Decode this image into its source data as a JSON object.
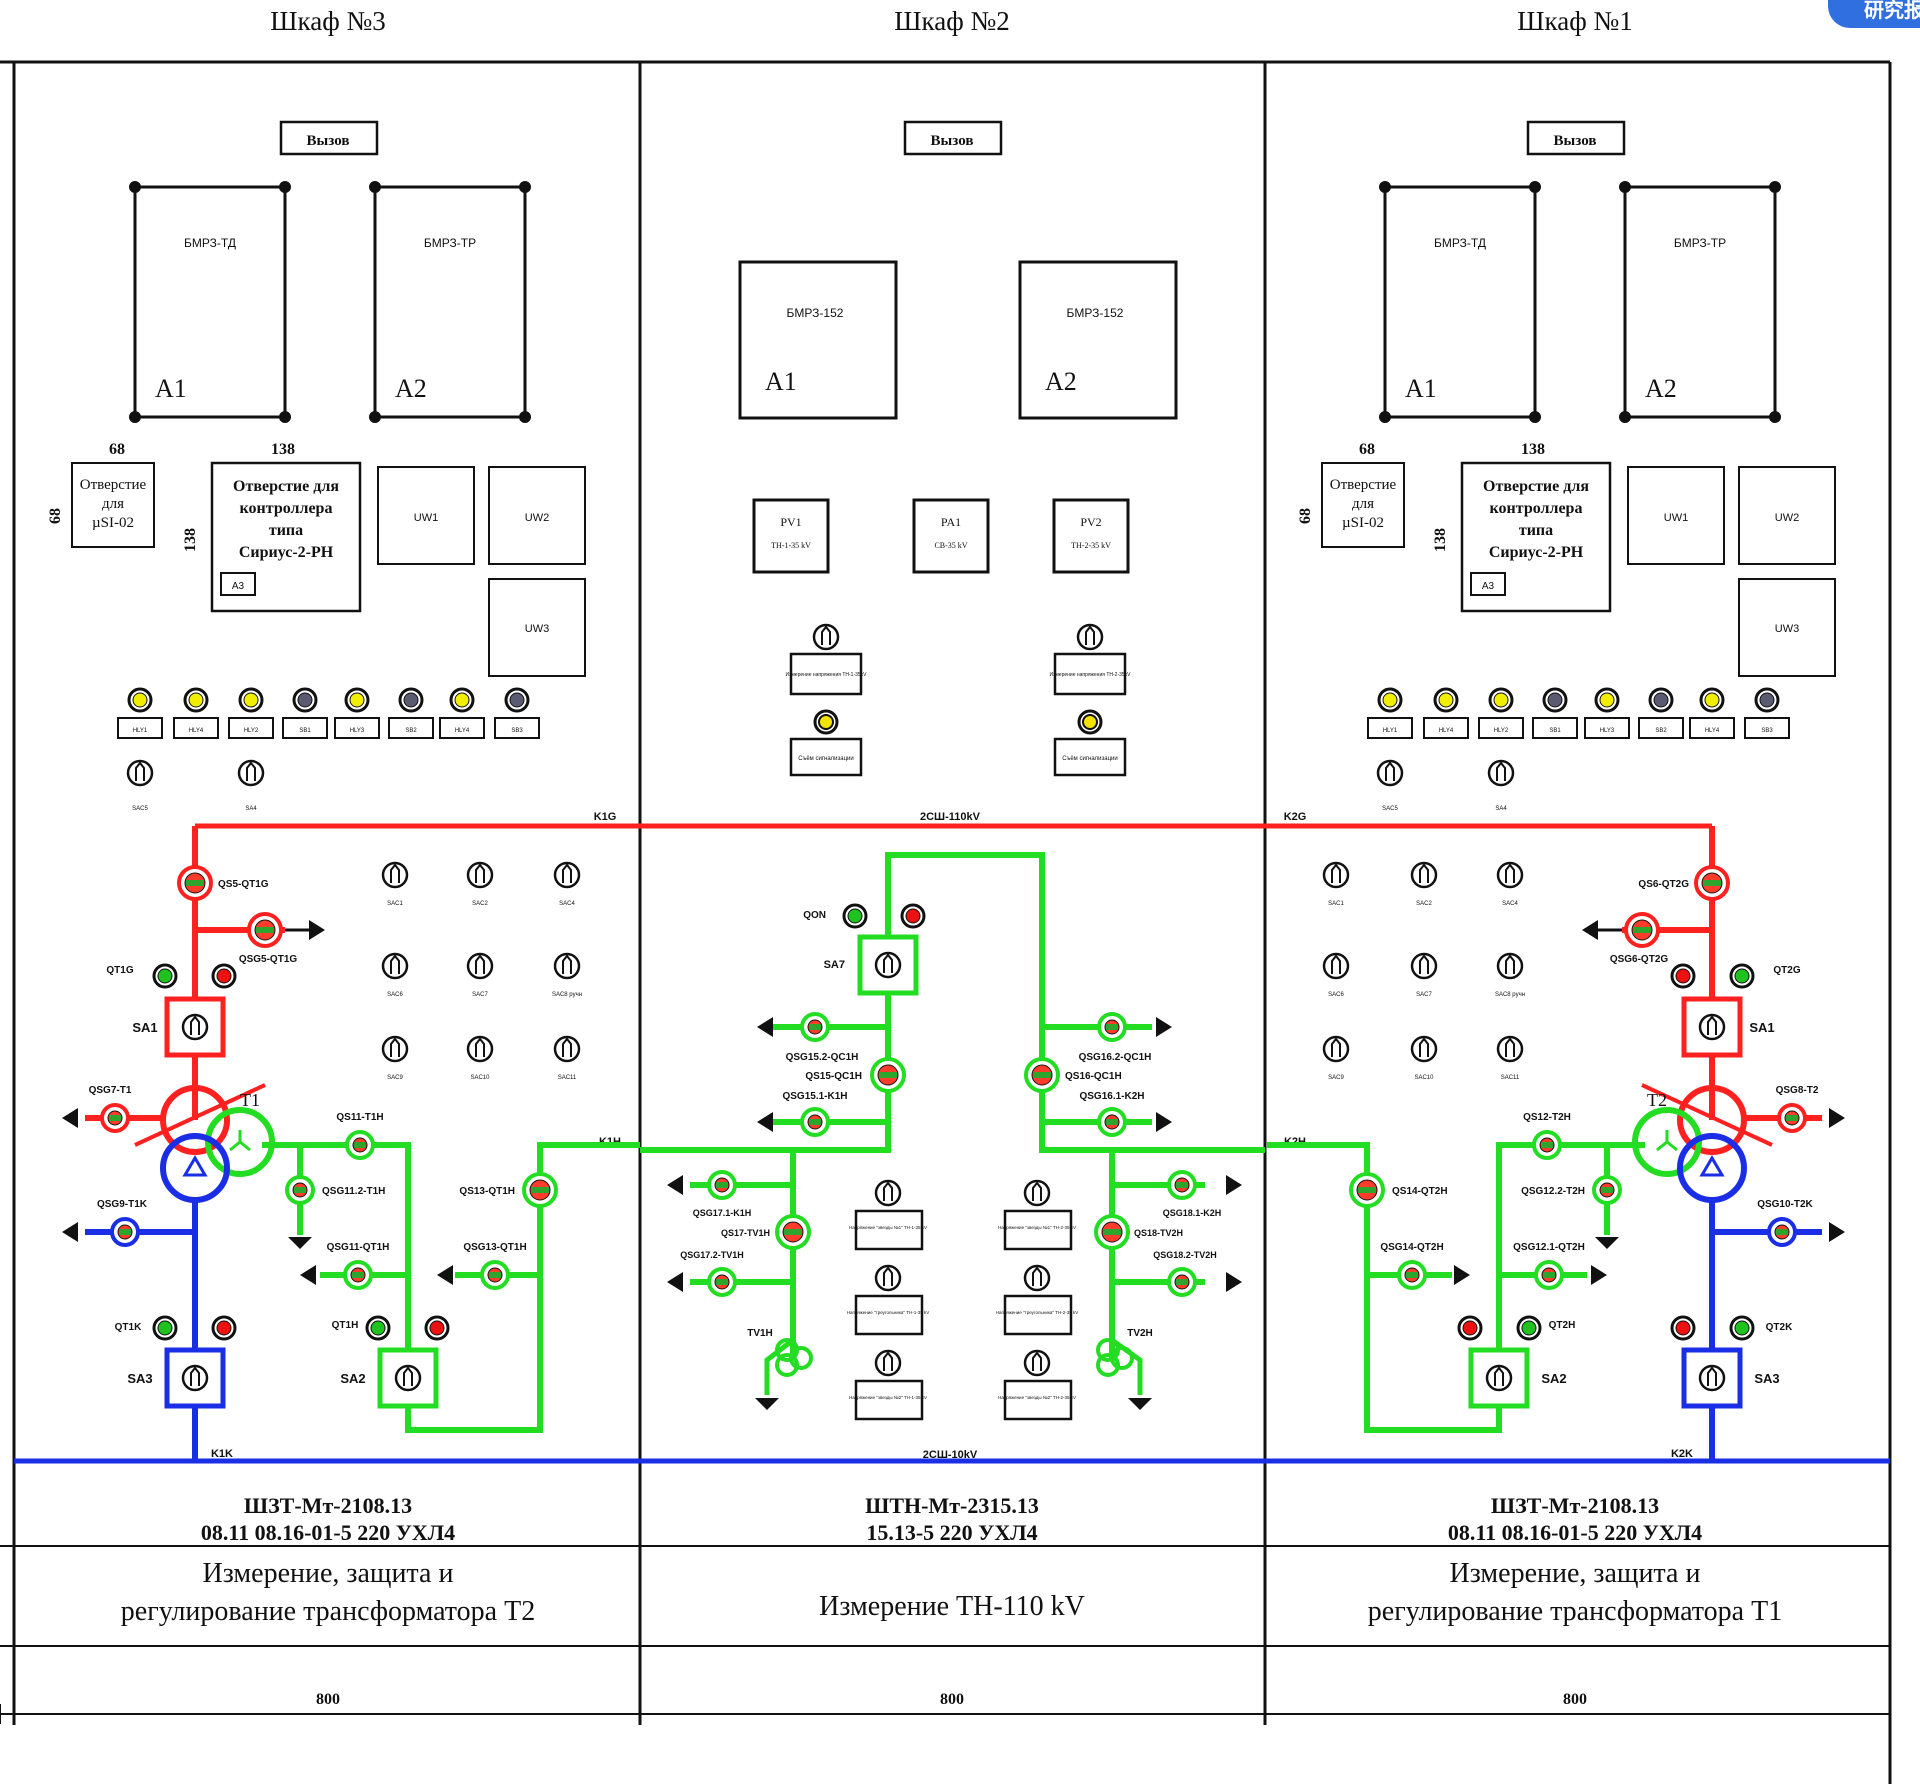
{
  "corner_badge": "研究报",
  "colors": {
    "high_side": "#ff2020",
    "low_side": "#22dd22",
    "k_bus": "#1a2ee6",
    "lamp_yellow": "#f2ee00",
    "lamp_dark": "#5a5a70",
    "lamp_green": "#1fc21f",
    "lamp_red": "#ee1111",
    "frame": "#111111"
  },
  "cabinets": [
    {
      "title": "Шкаф №3",
      "kind": "T",
      "call": "Вызов",
      "relay_a1": "БМРЗ-ТД",
      "relay_a2": "БМРЗ-ТР",
      "label_a1": "A1",
      "label_a2": "A2",
      "dim_w_small": "68",
      "dim_w_big": "138",
      "dim_h_small": "68",
      "dim_h_big": "138",
      "hole_small": [
        "Отверстие",
        "для",
        "µSI-02"
      ],
      "hole_big": [
        "Отверстие для",
        "контроллера",
        "типа",
        "Сириус-2-РН"
      ],
      "hole_big_tag": "A3",
      "uw": [
        "UW1",
        "UW2",
        "UW3"
      ],
      "lamp_tags": [
        "HLY1",
        "HLY4",
        "HLY2",
        "SB1",
        "HLY3",
        "SB2",
        "HLY4",
        "SB3"
      ],
      "sw_tags": [
        "SAC5",
        "SA4"
      ],
      "grid_tags": [
        "SAC1",
        "SAC2",
        "SAC4",
        "SAC6",
        "SAC7",
        "SAC8 ручн",
        "SAC9",
        "SAC10",
        "SAC11"
      ],
      "bus_high": "K1G",
      "bus_low": "K1H",
      "bus_k": "K1K",
      "qs_high": "QS5-QT1G",
      "qsg_high": "QSG5-QT1G",
      "qt_high": "QT1G",
      "sa_high": "SA1",
      "qsg_t": "QSG7-T1",
      "trafo": "T1",
      "qsg_k": "QSG9-T1K",
      "qs_t": "QS11-T1H",
      "qsg_t2": "QSG11.2-T1H",
      "qsg_qt": "QSG11-QT1H",
      "qs_qt": "QS13-QT1H",
      "qsg_qt2": "QSG13-QT1H",
      "qt_k": "QT1K",
      "sa_k": "SA3",
      "qt_low": "QT1H",
      "sa_low": "SA2",
      "code1": "ШЗТ-Мт-2108.13",
      "code2": "08.11 08.16-01-5 220 УХЛ4",
      "desc": [
        "Измерение, защита и",
        "регулирование трансформатора Т2"
      ],
      "width": "800"
    },
    {
      "title": "Шкаф №2",
      "kind": "N",
      "call": "Вызов",
      "relay_a1": "БМРЗ-152",
      "relay_a2": "БМРЗ-152",
      "label_a1": "A1",
      "label_a2": "A2",
      "meters": [
        {
          "tag": "PV1",
          "sub": "ТН-1-35 kV"
        },
        {
          "tag": "PA1",
          "sub": "СВ-35 kV"
        },
        {
          "tag": "PV2",
          "sub": "ТН-2-35 kV"
        }
      ],
      "meas_sel": [
        "Измерение напряжения ТН-1-35kV",
        "Измерение напряжения ТН-2-35kV"
      ],
      "alarm_reset": [
        "Съём сигнализации",
        "Съём сигнализации"
      ],
      "bus_top": "2СШ-110kV",
      "bus_bottom": "2СШ-10kV",
      "qon": "QON",
      "sa7": "SA7",
      "left_qs": [
        "QSG15.2-QC1H",
        "QS15-QC1H",
        "QSG15.1-K1H",
        "QSG17.1-K1H",
        "QS17-TV1H",
        "QSG17.2-TV1H"
      ],
      "right_qs": [
        "QSG16.2-QC1H",
        "QS16-QC1H",
        "QSG16.1-K2H",
        "QSG18.1-K2H",
        "QS18-TV2H",
        "QSG18.2-TV2H"
      ],
      "tv": [
        "TV1H",
        "TV2H"
      ],
      "volt_l": [
        "Напряжение \"звезды №1\" ТН-1-35 kV",
        "Напряжение \"треугольника\" ТН-1-35 kV",
        "Напряжение \"звезды №2\" ТН-1-35 kV"
      ],
      "volt_r": [
        "Напряжение \"звезды №1\" ТН-2-35 kV",
        "Напряжение \"треугольника\" ТН-2-35 kV",
        "Напряжение \"звезды №2\" ТН-2-35 kV"
      ],
      "code1": "ШТН-Мт-2315.13",
      "code2": "15.13-5 220 УХЛ4",
      "desc": [
        "Измерение ТН-110 kV"
      ],
      "width": "800"
    },
    {
      "title": "Шкаф №1",
      "kind": "T",
      "call": "Вызов",
      "relay_a1": "БМРЗ-ТД",
      "relay_a2": "БМРЗ-ТР",
      "label_a1": "A1",
      "label_a2": "A2",
      "dim_w_small": "68",
      "dim_w_big": "138",
      "dim_h_small": "68",
      "dim_h_big": "138",
      "hole_small": [
        "Отверстие",
        "для",
        "µSI-02"
      ],
      "hole_big": [
        "Отверстие для",
        "контроллера",
        "типа",
        "Сириус-2-РН"
      ],
      "hole_big_tag": "A3",
      "uw": [
        "UW1",
        "UW2",
        "UW3"
      ],
      "lamp_tags": [
        "HLY1",
        "HLY4",
        "HLY2",
        "SB1",
        "HLY3",
        "SB2",
        "HLY4",
        "SB3"
      ],
      "sw_tags": [
        "SAC5",
        "SA4"
      ],
      "grid_tags": [
        "SAC1",
        "SAC2",
        "SAC4",
        "SAC6",
        "SAC7",
        "SAC8 ручн",
        "SAC9",
        "SAC10",
        "SAC11"
      ],
      "bus_high": "K2G",
      "bus_low": "K2H",
      "bus_k": "K2K",
      "qs_high": "QS6-QT2G",
      "qsg_high": "QSG6-QT2G",
      "qt_high": "QT2G",
      "sa_high": "SA1",
      "qsg_t": "QSG8-T2",
      "trafo": "T2",
      "qsg_k": "QSG10-T2K",
      "qs_t": "QS12-T2H",
      "qsg_t2": "QSG12.2-T2H",
      "qsg_qt": "QSG12.1-QT2H",
      "qs_qt": "QS14-QT2H",
      "qsg_qt2": "QSG14-QT2H",
      "qt_k": "QT2K",
      "sa_k": "SA3",
      "qt_low": "QT2H",
      "sa_low": "SA2",
      "code1": "ШЗТ-Мт-2108.13",
      "code2": "08.11 08.16-01-5 220 УХЛ4",
      "desc": [
        "Измерение, защита и",
        "регулирование трансформатора Т1"
      ],
      "width": "800"
    }
  ]
}
